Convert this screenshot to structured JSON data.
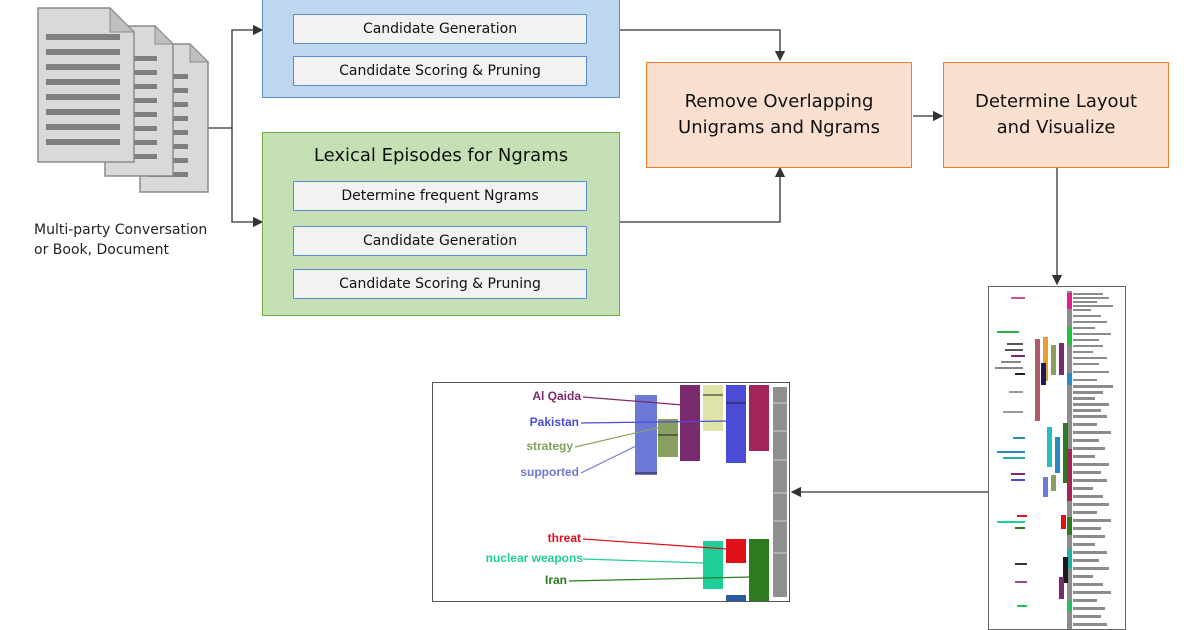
{
  "unigram_section": {
    "steps": [
      "Candidate Generation",
      "Candidate Scoring & Pruning"
    ]
  },
  "ngram_section": {
    "title": "Lexical Episodes for Ngrams",
    "steps": [
      "Determine frequent Ngrams",
      "Candidate Generation",
      "Candidate Scoring & Pruning"
    ]
  },
  "merge_box": {
    "label": "Remove Overlapping\nUnigrams and Ngrams"
  },
  "layout_box": {
    "label": "Determine Layout\nand Visualize"
  },
  "input": {
    "caption": "Multi-party Conversation\nor Book, Document"
  },
  "zoom": {
    "upper_labels": [
      {
        "text": "Al Qaida",
        "color": "#7b2a6e"
      },
      {
        "text": "Pakistan",
        "color": "#4b4bd6"
      },
      {
        "text": "strategy",
        "color": "#7fa05a"
      },
      {
        "text": "supported",
        "color": "#6d79d6"
      }
    ],
    "lower_labels": [
      {
        "text": "threat",
        "color": "#e0101a"
      },
      {
        "text": "nuclear weapons",
        "color": "#1fcf9a"
      },
      {
        "text": "Iran",
        "color": "#2e7a1f"
      }
    ]
  },
  "colors": {
    "blue_fill": "#bdd7ee",
    "green_fill": "#c5e0b4",
    "orange_fill": "#fbe0d0",
    "orange_border": "#ed7d31",
    "step_fill": "#f2f2f2"
  }
}
